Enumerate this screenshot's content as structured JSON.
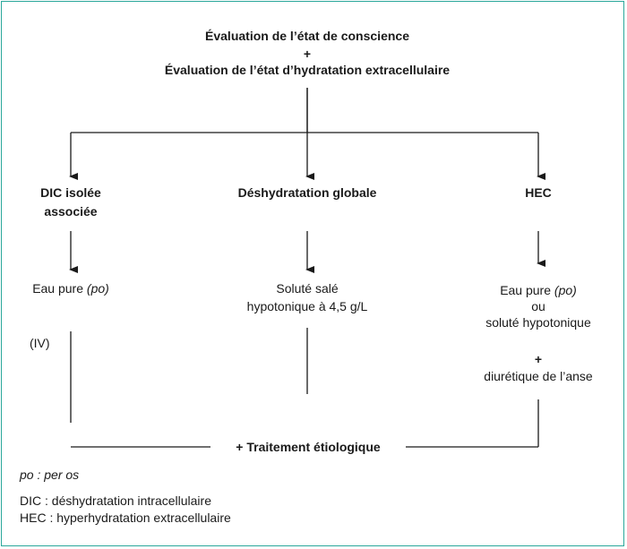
{
  "top": {
    "line1": "Évaluation de l’état de conscience",
    "plus": "+",
    "line2": "Évaluation de l’état d’hydratation extracellulaire"
  },
  "branches": {
    "left": {
      "title1": "DIC isolée",
      "title2": "associée",
      "treatment": "Eau pure",
      "treatment_po": "(po)",
      "iv": "(IV)"
    },
    "middle": {
      "title": "Déshydratation globale",
      "treatment1": "Soluté salé",
      "treatment2": "hypotonique à 4,5 g/L"
    },
    "right": {
      "title": "HEC",
      "treatment1": "Eau pure",
      "treatment1_po": "(po)",
      "or": "ou",
      "treatment2": "soluté hypotonique",
      "plus": "+",
      "treatment3": "diurétique de l’anse"
    }
  },
  "bottom": {
    "label": "+ Traitement étiologique"
  },
  "legend": {
    "po": "po : per os",
    "dic": "DIC : déshydratation intracellulaire",
    "hec": "HEC : hyperhydratation extracellulaire"
  }
}
